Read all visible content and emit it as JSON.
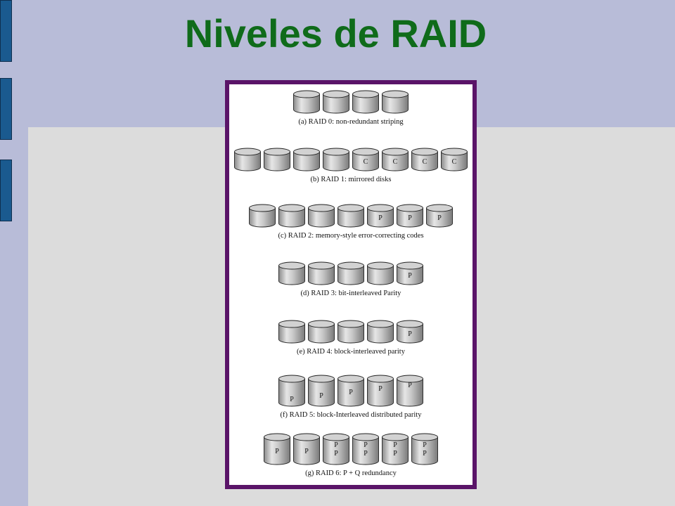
{
  "slide": {
    "title": "Niveles de RAID"
  },
  "colors": {
    "background": "#b8bcd8",
    "panel": "#dcdcdc",
    "title": "#0f6b1a",
    "frame": "#5a1468",
    "accent_bars": "#1a5a8f"
  },
  "diagram": {
    "levels": [
      {
        "caption": "(a) RAID 0: non-redundant striping",
        "style": "short",
        "disks": [
          [],
          [],
          [],
          []
        ]
      },
      {
        "caption": "(b) RAID 1: mirrored disks",
        "style": "short",
        "disks": [
          [],
          [],
          [],
          [],
          [
            "C"
          ],
          [
            "C"
          ],
          [
            "C"
          ],
          [
            "C"
          ]
        ]
      },
      {
        "caption": "(c) RAID 2: memory-style error-correcting codes",
        "style": "short",
        "disks": [
          [],
          [],
          [],
          [],
          [
            "P"
          ],
          [
            "P"
          ],
          [
            "P"
          ]
        ]
      },
      {
        "caption": "(d) RAID 3: bit-interleaved Parity",
        "style": "short",
        "disks": [
          [],
          [],
          [],
          [],
          [
            "P"
          ]
        ]
      },
      {
        "caption": "(e) RAID 4: block-interleaved parity",
        "style": "short",
        "disks": [
          [],
          [],
          [],
          [],
          [
            "P"
          ]
        ]
      },
      {
        "caption": "(f) RAID 5: block-Interleaved distributed parity",
        "style": "tall",
        "disks": [
          [
            "P"
          ],
          [
            "P"
          ],
          [
            "P"
          ],
          [
            "P"
          ],
          [
            "P"
          ]
        ]
      },
      {
        "caption": "(g) RAID 6: P + Q redundancy",
        "style": "tall",
        "disks": [
          [
            "P"
          ],
          [
            "P"
          ],
          [
            "P",
            "P"
          ],
          [
            "P",
            "P"
          ],
          [
            "P",
            "P"
          ],
          [
            "P",
            "P"
          ]
        ]
      }
    ]
  }
}
